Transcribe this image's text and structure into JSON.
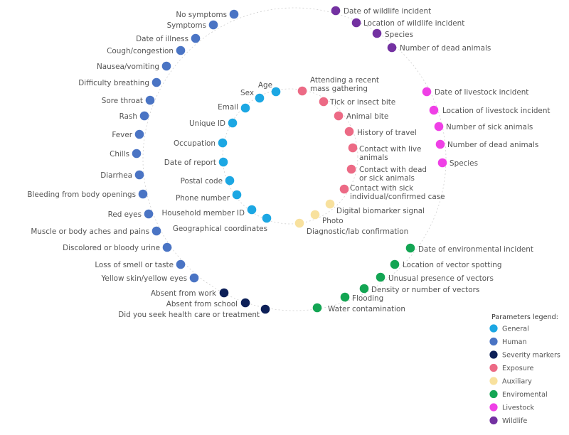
{
  "colors": {
    "general": "#1CA7E3",
    "human": "#4A74C4",
    "severity": "#0D2058",
    "exposure": "#EC6A85",
    "auxiliary": "#F8E19E",
    "environmental": "#13A553",
    "livestock": "#EF40E6",
    "wildlife": "#7331A1"
  },
  "legend": {
    "title": "Parameters legend:",
    "items": [
      {
        "label": "General",
        "category": "general"
      },
      {
        "label": "Human",
        "category": "human"
      },
      {
        "label": "Severity markers",
        "category": "severity"
      },
      {
        "label": "Exposure",
        "category": "exposure"
      },
      {
        "label": "Auxiliary",
        "category": "auxiliary"
      },
      {
        "label": "Enviromental",
        "category": "environmental"
      },
      {
        "label": "Livestock",
        "category": "livestock"
      },
      {
        "label": "Wildlife",
        "category": "wildlife"
      }
    ]
  },
  "outer_ring": [
    {
      "label": "No symptoms",
      "category": "human"
    },
    {
      "label": "Symptoms",
      "category": "human"
    },
    {
      "label": "Date of illness",
      "category": "human"
    },
    {
      "label": "Cough/congestion",
      "category": "human"
    },
    {
      "label": "Nausea/vomiting",
      "category": "human"
    },
    {
      "label": "Difficulty breathing",
      "category": "human"
    },
    {
      "label": "Sore throat",
      "category": "human"
    },
    {
      "label": "Rash",
      "category": "human"
    },
    {
      "label": "Fever",
      "category": "human"
    },
    {
      "label": "Chills",
      "category": "human"
    },
    {
      "label": "Diarrhea",
      "category": "human"
    },
    {
      "label": "Bleeding from body openings",
      "category": "human"
    },
    {
      "label": "Red eyes",
      "category": "human"
    },
    {
      "label": "Muscle or body aches and pains",
      "category": "human"
    },
    {
      "label": "Discolored or bloody urine",
      "category": "human"
    },
    {
      "label": "Loss of smell or taste",
      "category": "human"
    },
    {
      "label": "Yellow skin/yellow eyes",
      "category": "human"
    },
    {
      "label": "Absent from work",
      "category": "severity"
    },
    {
      "label": "Absent from school",
      "category": "severity"
    },
    {
      "label": "Did you seek health care or treatment",
      "category": "severity"
    },
    {
      "label": "Water contamination",
      "category": "environmental"
    },
    {
      "label": "Flooding",
      "category": "environmental"
    },
    {
      "label": "Density or number of vectors",
      "category": "environmental"
    },
    {
      "label": "Unusual presence of vectors",
      "category": "environmental"
    },
    {
      "label": "Location of vector spotting",
      "category": "environmental"
    },
    {
      "label": "Date of environmental  incident",
      "category": "environmental"
    },
    {
      "label": "Species",
      "category": "livestock"
    },
    {
      "label": "Number of dead animals",
      "category": "livestock"
    },
    {
      "label": "Number of sick animals",
      "category": "livestock"
    },
    {
      "label": "Location of livestock incident",
      "category": "livestock"
    },
    {
      "label": "Date of livestock incident",
      "category": "livestock"
    },
    {
      "label": "Number of dead animals",
      "category": "wildlife"
    },
    {
      "label": "Species",
      "category": "wildlife"
    },
    {
      "label": "Location of wildlife incident",
      "category": "wildlife"
    },
    {
      "label": "Date of wildlife incident",
      "category": "wildlife"
    }
  ],
  "inner_ring": [
    {
      "label": "Age",
      "category": "general"
    },
    {
      "label": "Sex",
      "category": "general"
    },
    {
      "label": "Email",
      "category": "general"
    },
    {
      "label": "Unique ID",
      "category": "general"
    },
    {
      "label": "Occupation",
      "category": "general"
    },
    {
      "label": "Date of report",
      "category": "general"
    },
    {
      "label": "Postal code",
      "category": "general"
    },
    {
      "label": "Phone number",
      "category": "general"
    },
    {
      "label": "Household member ID",
      "category": "general"
    },
    {
      "label": "Geographical coordinates",
      "category": "general"
    },
    {
      "label": "Diagnostic/lab confirmation",
      "category": "auxiliary"
    },
    {
      "label": "Photo",
      "category": "auxiliary"
    },
    {
      "label": "Digital biomarker signal",
      "category": "auxiliary"
    },
    {
      "label": "Contact with sick individual/confirmed case",
      "category": "exposure"
    },
    {
      "label": "Contact with dead or sick animals",
      "category": "exposure"
    },
    {
      "label": "Contact with live animals",
      "category": "exposure"
    },
    {
      "label": "History of travel",
      "category": "exposure"
    },
    {
      "label": "Animal bite",
      "category": "exposure"
    },
    {
      "label": "Tick or insect bite",
      "category": "exposure"
    },
    {
      "label": "Attending a recent mass gathering",
      "category": "exposure"
    }
  ]
}
